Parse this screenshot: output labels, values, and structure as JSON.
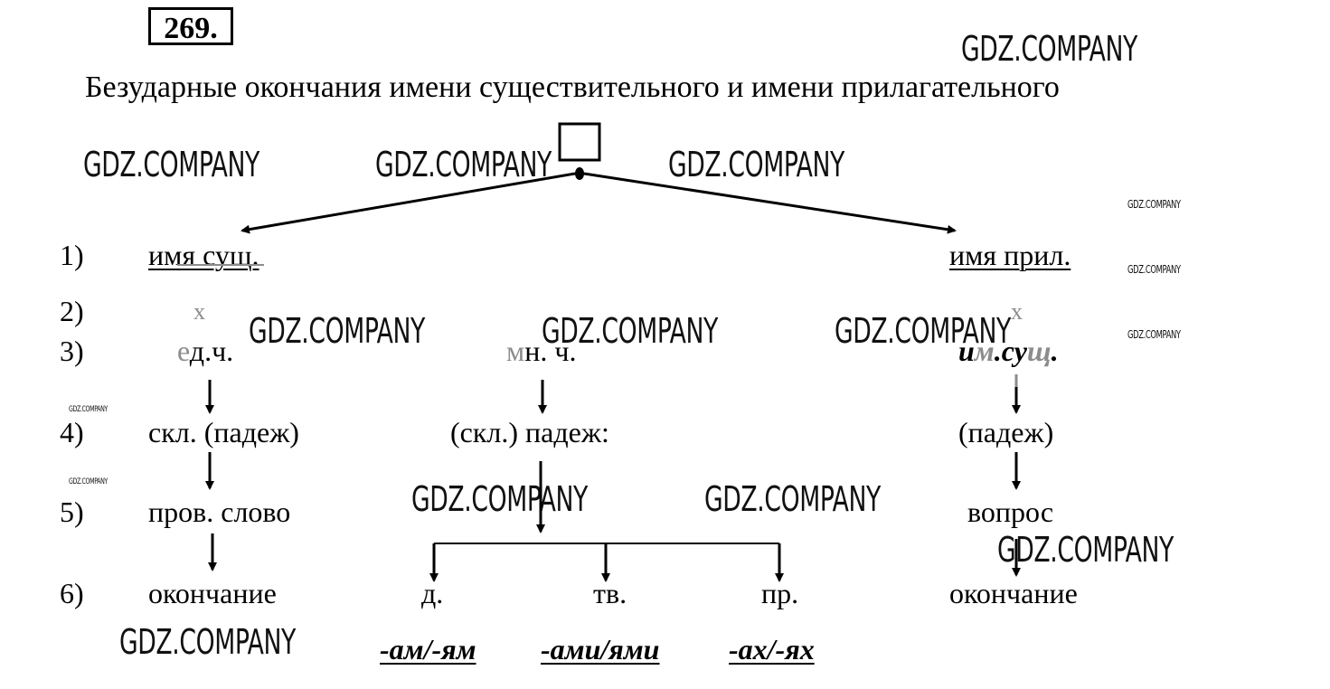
{
  "task_number": "269.",
  "title": "Безударные окончания имени существительного и имени прилагательного",
  "watermark": "GDZ.COMPANY",
  "rows": [
    "1)",
    "2)",
    "3)",
    "4)",
    "5)",
    "6)"
  ],
  "left_branch": {
    "head": "имя сущ.",
    "x_mark": "х",
    "number_prefix": "е",
    "number": "д.ч.",
    "case": "скл. (падеж)",
    "check_word": "пров. слово",
    "ending": "окончание"
  },
  "middle_branch": {
    "number_prefix": "м",
    "number": "н. ч.",
    "case": "(скл.) падеж:",
    "cases": [
      "д.",
      "тв.",
      "пр."
    ],
    "endings": [
      "-ам/-ям",
      "-ами/ями",
      "-ах/-ях"
    ]
  },
  "right_branch": {
    "head": "имя прил.",
    "x_mark": "х",
    "noun_ref_a": "и",
    "noun_ref_b": "м",
    "noun_ref_c": ".су",
    "noun_ref_d": "щ",
    "noun_ref_e": ".",
    "case": "(падеж)",
    "question": "вопрос",
    "ending": "окончание"
  },
  "colors": {
    "text": "#000000",
    "grey_marks": "#8c8c8c",
    "background": "#ffffff"
  },
  "icons": [
    "root-square-icon",
    "root-dot-icon",
    "arrow-icon"
  ]
}
